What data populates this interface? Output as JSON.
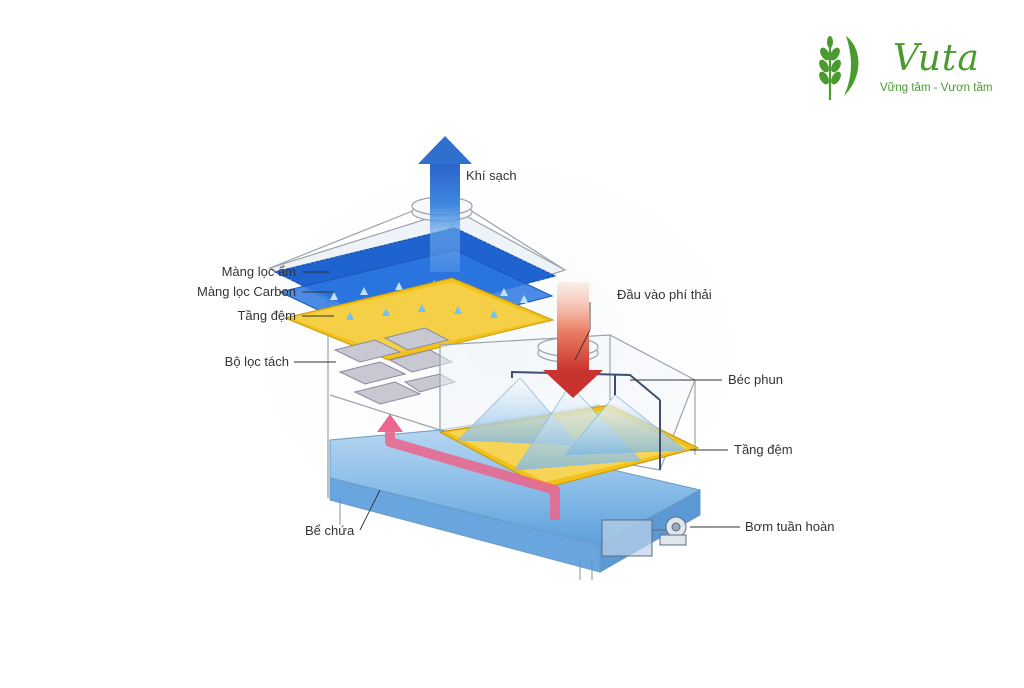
{
  "brand": {
    "name": "Vuta",
    "tagline": "Vững tâm - Vươn tầm",
    "color": "#4a9a2f"
  },
  "labels": {
    "clean_air": "Khí sạch",
    "moisture_filter": "Màng lọc ẩm",
    "carbon_filter": "Màng lọc Carbon",
    "padding_layer_left": "Tầng đệm",
    "separator_filter": "Bộ lọc tách",
    "waste_gas_inlet": "Đầu vào phí thải",
    "spray_nozzle": "Béc phun",
    "padding_layer_right": "Tầng đệm",
    "tank": "Bể chứa",
    "circulation_pump": "Bơm tuần hoàn"
  },
  "colors": {
    "outflow_arrow": "#2f6fce",
    "inflow_arrow": "#d84a3a",
    "circulation_arrow": "#e8688f",
    "water": "#5aa7dd",
    "filter_blue": "#1f63d0",
    "padding_yellow": "#f2c21a"
  }
}
